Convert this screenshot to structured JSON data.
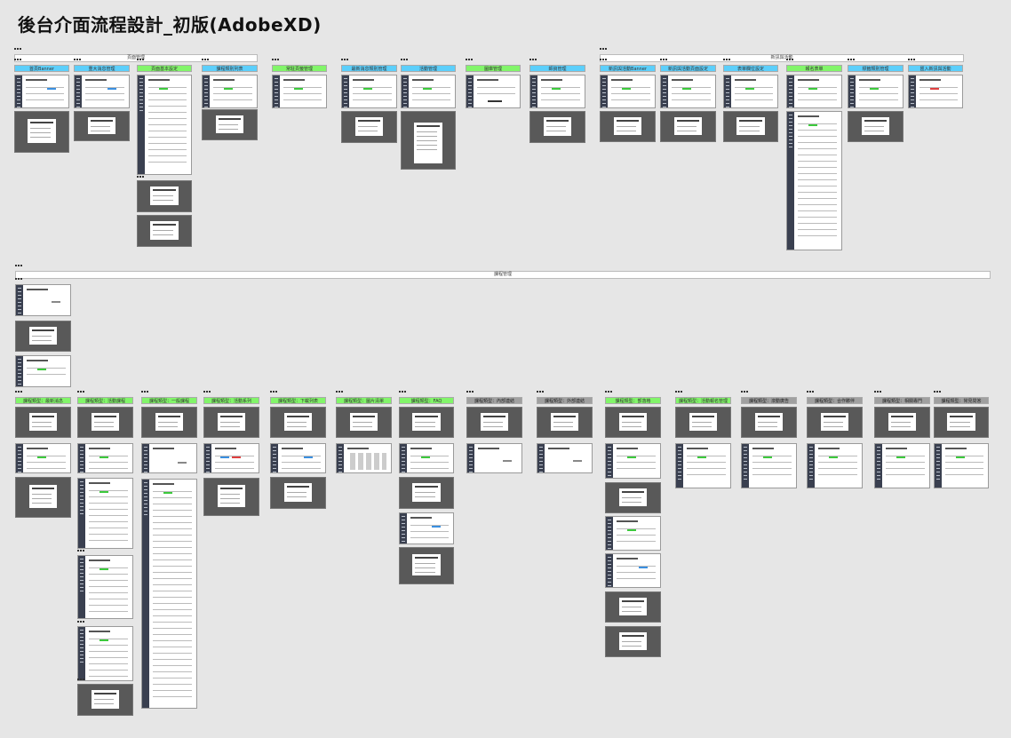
{
  "page_title": "後台介面流程設計_初版(AdobeXD)",
  "sections": {
    "page_mgmt": "頁面管理",
    "news": "新訊與活動",
    "courses": "課程管理"
  },
  "headers": {
    "h1": "首頁Banner",
    "h2": "重大消息管理",
    "h3": "頁面基本設定",
    "h4": "課程類別列表",
    "h5": "常駐頁籤管理",
    "h6": "最新消息類別管理",
    "h7": "活動管理",
    "h8": "圖庫管理",
    "h9": "師資管理",
    "h10": "新訊與活動Banner",
    "h11": "新訊與活動頁面設定",
    "h12": "表單欄位設定",
    "h13": "報名表單",
    "h14": "標籤類別管理",
    "h15": "匯入新訊與活動",
    "c1": "課程類型：最新消息",
    "c2": "課程類型：活動課程",
    "c3": "課程類型：一般課程",
    "c4": "課程類型：活動系列",
    "c5": "課程類型：下載列表",
    "c6": "課程類型：圖片清單",
    "c7": "課程類型：FAQ",
    "c8": "課程類型：內部連結",
    "c9": "課程類型：外部連結",
    "c10": "課程類型：部落格",
    "c11": "課程類型：活動報名管理",
    "c12": "課程類型：滾動廣告",
    "c13": "課程類型：合作夥伴",
    "c14": "課程類型：相關專門",
    "c15": "課程類型：常見問答"
  }
}
